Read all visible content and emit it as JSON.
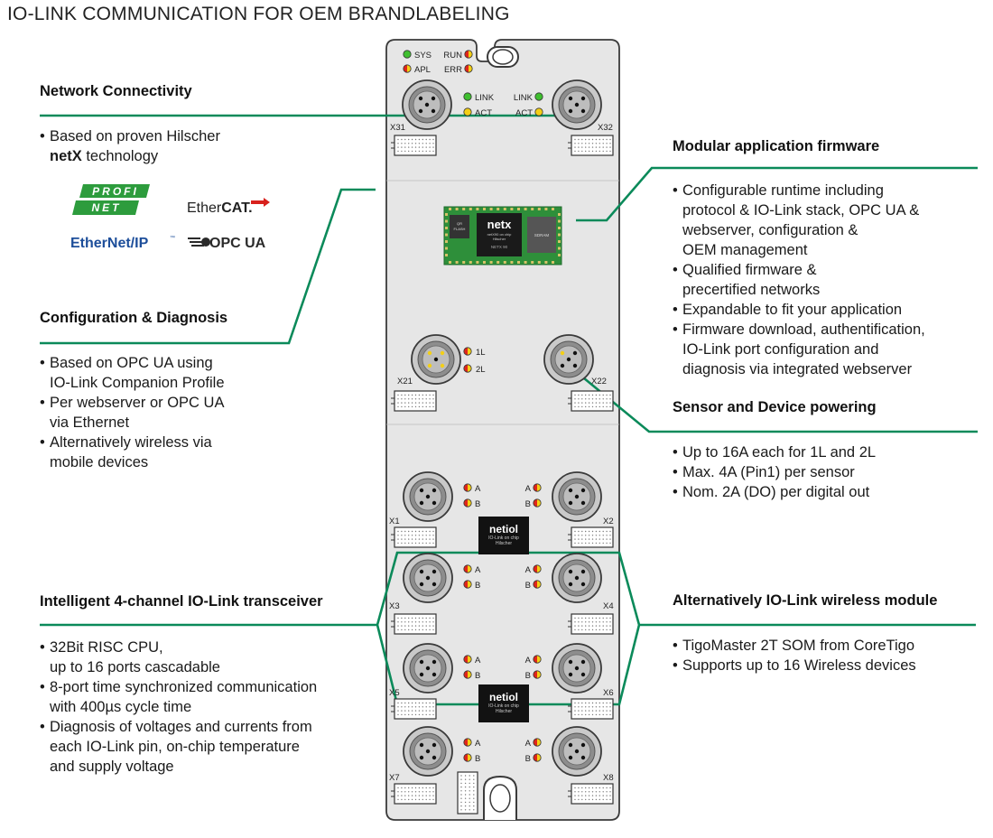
{
  "title": "IO-LINK COMMUNICATION FOR OEM BRANDLABELING",
  "colors": {
    "accent_green": "#0b8a5a",
    "device_body": "#e6e6e6",
    "device_outline": "#3a3a3a",
    "led_green": "#3fbf2f",
    "led_red": "#e0251b",
    "led_yellow": "#f3cf16",
    "pcb_green": "#2e8f3a"
  },
  "left": {
    "network": {
      "heading": "Network Connectivity",
      "bullet1_prefix": "Based on proven Hilscher",
      "bullet1_bold": "netX",
      "bullet1_suffix": " technology",
      "logos": [
        "PROFI NET",
        "EtherCAT.",
        "EtherNet/IP",
        "OPC UA"
      ]
    },
    "config": {
      "heading": "Configuration & Diagnosis",
      "bullets": [
        "Based on OPC UA using\nIO-Link Companion Profile",
        "Per webserver or OPC UA\nvia Ethernet",
        "Alternatively wireless via\nmobile devices"
      ]
    },
    "transceiver": {
      "heading": "Intelligent 4-channel IO-Link transceiver",
      "bullets": [
        "32Bit RISC CPU,\nup to 16 ports cascadable",
        "8-port time synchronized communication\nwith 400µs cycle time",
        "Diagnosis of voltages and currents from\neach IO-Link pin, on-chip temperature\nand supply voltage"
      ]
    }
  },
  "right": {
    "firmware": {
      "heading": "Modular application firmware",
      "bullets": [
        "Configurable runtime including\nprotocol & IO-Link stack, OPC UA &\nwebserver, configuration &\nOEM management",
        "Qualified firmware &\nprecertified networks",
        "Expandable to fit your application",
        "Firmware download, authentification,\nIO-Link port configuration and\ndiagnosis via integrated webserver"
      ]
    },
    "powering": {
      "heading": "Sensor and Device powering",
      "bullets": [
        "Up to 16A each for 1L and 2L",
        "Max. 4A (Pin1) per sensor",
        "Nom. 2A (DO) per digital out"
      ]
    },
    "wireless": {
      "heading": "Alternatively IO-Link wireless module",
      "bullets": [
        "TigoMaster 2T SOM from CoreTigo",
        "Supports up to 16 Wireless devices"
      ]
    }
  },
  "device": {
    "leds_top": {
      "sys": "SYS",
      "apl": "APL",
      "run": "RUN",
      "err": "ERR"
    },
    "link": "LINK",
    "act": "ACT",
    "power_1l": "1L",
    "power_2l": "2L",
    "port_a": "A",
    "port_b": "B",
    "connectors": [
      "X31",
      "X32",
      "X21",
      "X22",
      "X1",
      "X2",
      "X3",
      "X4",
      "X5",
      "X6",
      "X7",
      "X8"
    ],
    "netx_module": {
      "logo": "netx",
      "sub": "netX90 on chip\nHilscher",
      "chip": "NETX 90",
      "qr": "QR\nFLASH",
      "sdram": "SDRAM"
    },
    "netiol_chip": {
      "logo": "netiol",
      "sub1": "IO-Link on chip",
      "sub2": "Hilscher"
    }
  }
}
